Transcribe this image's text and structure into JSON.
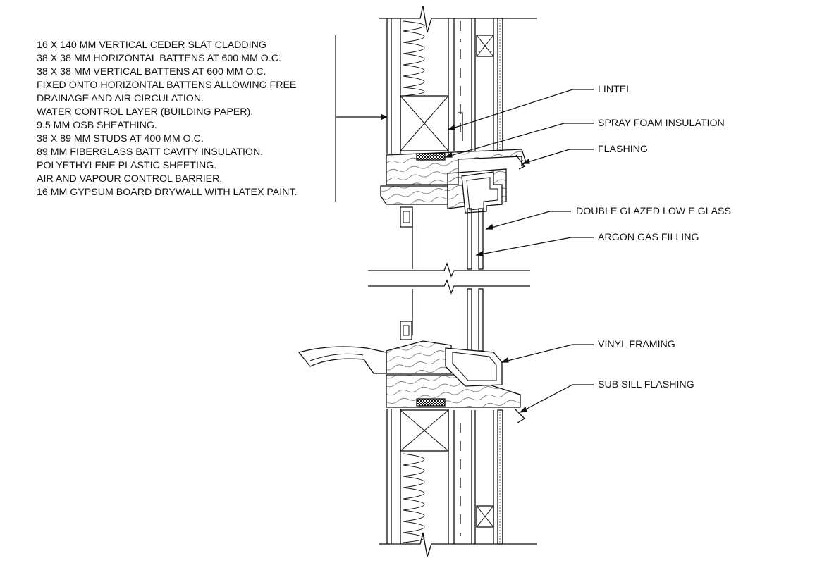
{
  "spec_notes": [
    "16 X 140 MM VERTICAL CEDER SLAT CLADDING",
    "38 X 38 MM HORIZONTAL BATTENS AT 600 MM O.C.",
    "38 X 38 MM VERTICAL BATTENS AT 600 MM O.C.",
    "FIXED ONTO HORIZONTAL BATTENS ALLOWING FREE",
    "DRAINAGE AND AIR CIRCULATION.",
    "WATER CONTROL LAYER (BUILDING PAPER).",
    "9.5 MM OSB SHEATHING.",
    "38 X 89 MM STUDS AT 400 MM O.C.",
    "89 MM FIBERGLASS BATT CAVITY INSULATION.",
    "POLYETHYLENE PLASTIC SHEETING.",
    "AIR AND VAPOUR CONTROL BARRIER.",
    "16 MM GYPSUM BOARD DRYWALL WITH LATEX PAINT."
  ],
  "callouts": {
    "lintel": "LINTEL",
    "spray_foam": "SPRAY FOAM INSULATION",
    "flashing": "FLASHING",
    "double_glazed": "DOUBLE GLAZED LOW E GLASS",
    "argon": "ARGON GAS FILLING",
    "vinyl_framing": "VINYL FRAMING",
    "sub_sill": "SUB SILL FLASHING"
  }
}
